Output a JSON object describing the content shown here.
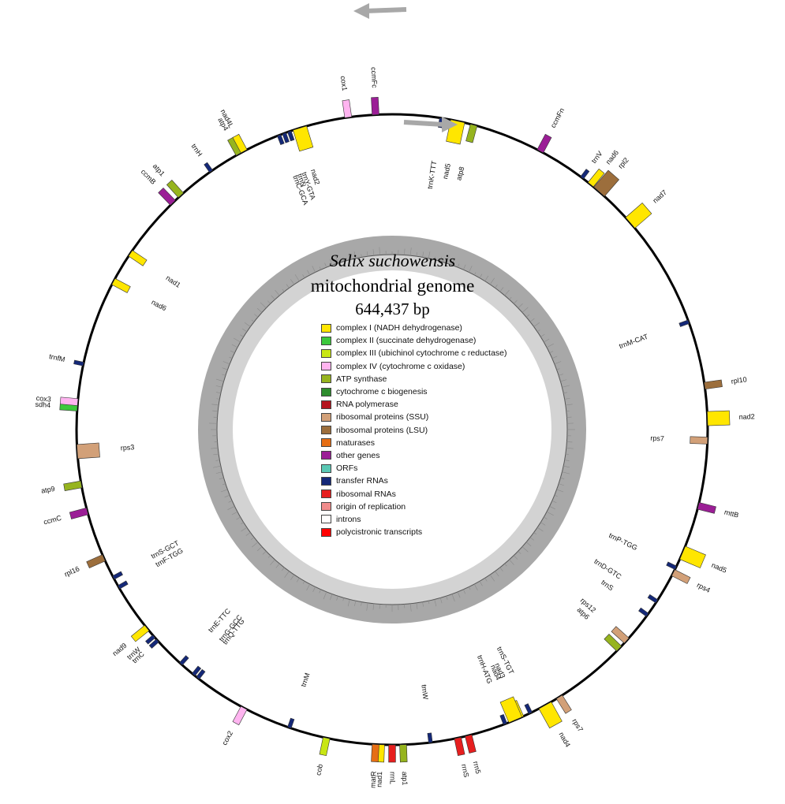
{
  "title": {
    "species": "Salix suchowensis",
    "subtitle": "mitochondrial genome",
    "size": "644,437 bp"
  },
  "legend": [
    {
      "label": "complex I (NADH dehydrogenase)",
      "color": "#ffe600"
    },
    {
      "label": "complex II (succinate dehydrogenase)",
      "color": "#3cc83c"
    },
    {
      "label": "complex III (ubichinol cytochrome c reductase)",
      "color": "#c8e614"
    },
    {
      "label": "complex IV (cytochrome c oxidase)",
      "color": "#ffb4f0"
    },
    {
      "label": "ATP synthase",
      "color": "#96b41e"
    },
    {
      "label": "cytochrome c biogenesis",
      "color": "#2d8c2d"
    },
    {
      "label": "RNA polymerase",
      "color": "#b4141e"
    },
    {
      "label": "ribosomal proteins (SSU)",
      "color": "#d2a078"
    },
    {
      "label": "ribosomal proteins (LSU)",
      "color": "#9c6e3c"
    },
    {
      "label": "maturases",
      "color": "#e66e14"
    },
    {
      "label": "other genes",
      "color": "#9b1e96"
    },
    {
      "label": "ORFs",
      "color": "#5ac8b4"
    },
    {
      "label": "transfer RNAs",
      "color": "#142878"
    },
    {
      "label": "ribosomal RNAs",
      "color": "#e61e1e"
    },
    {
      "label": "origin of replication",
      "color": "#f08c8c"
    },
    {
      "label": "introns",
      "color": "#ffffff"
    },
    {
      "label": "polycistronic transcripts",
      "color": "#ff0000"
    }
  ],
  "genes": [
    {
      "name": "trnK-TTT",
      "angle": 9,
      "side": "in",
      "cat": 12
    },
    {
      "name": "nad5",
      "angle": 12,
      "side": "in",
      "cat": 0
    },
    {
      "name": "atp8",
      "angle": 15,
      "side": "in",
      "cat": 4
    },
    {
      "name": "ccmFn",
      "angle": 28,
      "side": "out",
      "cat": 10
    },
    {
      "name": "trnV",
      "angle": 37,
      "side": "out",
      "cat": 12
    },
    {
      "name": "nad6",
      "angle": 39,
      "side": "out",
      "cat": 0
    },
    {
      "name": "rpl2",
      "angle": 41,
      "side": "out",
      "cat": 8
    },
    {
      "name": "nad7",
      "angle": 49,
      "side": "out",
      "cat": 0
    },
    {
      "name": "trnM-CAT",
      "angle": 70,
      "side": "in",
      "cat": 12
    },
    {
      "name": "rpl10",
      "angle": 82,
      "side": "out",
      "cat": 8
    },
    {
      "name": "nad2",
      "angle": 88,
      "side": "out",
      "cat": 0
    },
    {
      "name": "rps7",
      "angle": 92,
      "side": "in",
      "cat": 7
    },
    {
      "name": "mttB",
      "angle": 104,
      "side": "out",
      "cat": 10
    },
    {
      "name": "nad5",
      "angle": 113,
      "side": "out",
      "cat": 0
    },
    {
      "name": "trnP-TGG",
      "angle": 116,
      "side": "in",
      "cat": 12
    },
    {
      "name": "rps4",
      "angle": 117,
      "side": "out",
      "cat": 7
    },
    {
      "name": "trnD-GTC",
      "angle": 123,
      "side": "in",
      "cat": 12
    },
    {
      "name": "trnS",
      "angle": 126,
      "side": "in",
      "cat": 12
    },
    {
      "name": "rps12",
      "angle": 132,
      "side": "in",
      "cat": 7
    },
    {
      "name": "atp6",
      "angle": 134,
      "side": "in",
      "cat": 4
    },
    {
      "name": "rps7",
      "angle": 148,
      "side": "out",
      "cat": 7
    },
    {
      "name": "nad4",
      "angle": 151,
      "side": "out",
      "cat": 0
    },
    {
      "name": "trnS-TGT",
      "angle": 154,
      "side": "in",
      "cat": 12
    },
    {
      "name": "nad3",
      "angle": 156,
      "side": "in",
      "cat": 0
    },
    {
      "name": "nad4",
      "angle": 157,
      "side": "in",
      "cat": 0
    },
    {
      "name": "trnH-ATG",
      "angle": 159,
      "side": "in",
      "cat": 12
    },
    {
      "name": "rrn5",
      "angle": 166,
      "side": "out",
      "cat": 13
    },
    {
      "name": "rrnS",
      "angle": 168,
      "side": "out",
      "cat": 13
    },
    {
      "name": "trnW",
      "angle": 173,
      "side": "in",
      "cat": 12
    },
    {
      "name": "atp1",
      "angle": 178,
      "side": "out",
      "cat": 4
    },
    {
      "name": "rrnL",
      "angle": 180,
      "side": "out",
      "cat": 13
    },
    {
      "name": "nad1",
      "angle": 182,
      "side": "out",
      "cat": 0
    },
    {
      "name": "matR",
      "angle": 183,
      "side": "out",
      "cat": 9
    },
    {
      "name": "cob",
      "angle": 192,
      "side": "out",
      "cat": 2
    },
    {
      "name": "trnM",
      "angle": 199,
      "side": "in",
      "cat": 12
    },
    {
      "name": "cox2",
      "angle": 208,
      "side": "out",
      "cat": 3
    },
    {
      "name": "trnQ-TTG",
      "angle": 218,
      "side": "in",
      "cat": 12
    },
    {
      "name": "trnG-GCC",
      "angle": 219,
      "side": "in",
      "cat": 12
    },
    {
      "name": "trnE-TTC",
      "angle": 222,
      "side": "in",
      "cat": 12
    },
    {
      "name": "trnC",
      "angle": 228,
      "side": "out",
      "cat": 12
    },
    {
      "name": "trnW",
      "angle": 229,
      "side": "out",
      "cat": 12
    },
    {
      "name": "nad9",
      "angle": 231,
      "side": "out",
      "cat": 0
    },
    {
      "name": "trnF-TGG",
      "angle": 240,
      "side": "in",
      "cat": 12
    },
    {
      "name": "trnS-GCT",
      "angle": 242,
      "side": "in",
      "cat": 12
    },
    {
      "name": "rpl16",
      "angle": 246,
      "side": "out",
      "cat": 8
    },
    {
      "name": "ccmC",
      "angle": 255,
      "side": "out",
      "cat": 10
    },
    {
      "name": "atp9",
      "angle": 260,
      "side": "out",
      "cat": 4
    },
    {
      "name": "rps3",
      "angle": 266,
      "side": "in",
      "cat": 7
    },
    {
      "name": "sdh4",
      "angle": 274,
      "side": "out",
      "cat": 1
    },
    {
      "name": "cox3",
      "angle": 275,
      "side": "out",
      "cat": 3
    },
    {
      "name": "trnfM",
      "angle": 282,
      "side": "out",
      "cat": 12
    },
    {
      "name": "nad6",
      "angle": 298,
      "side": "in",
      "cat": 0
    },
    {
      "name": "nad1",
      "angle": 304,
      "side": "in",
      "cat": 0
    },
    {
      "name": "ccmB",
      "angle": 316,
      "side": "out",
      "cat": 10
    },
    {
      "name": "atp1",
      "angle": 318,
      "side": "out",
      "cat": 4
    },
    {
      "name": "trnH",
      "angle": 325,
      "side": "out",
      "cat": 12
    },
    {
      "name": "atp4",
      "angle": 331,
      "side": "out",
      "cat": 4
    },
    {
      "name": "nad4L",
      "angle": 332,
      "side": "out",
      "cat": 0
    },
    {
      "name": "trnC-GCA",
      "angle": 339,
      "side": "in",
      "cat": 12
    },
    {
      "name": "trnN",
      "angle": 340,
      "side": "in",
      "cat": 12
    },
    {
      "name": "trnY-GTA",
      "angle": 341,
      "side": "in",
      "cat": 12
    },
    {
      "name": "nad2",
      "angle": 343,
      "side": "in",
      "cat": 0
    },
    {
      "name": "cox1",
      "angle": 352,
      "side": "out",
      "cat": 3
    },
    {
      "name": "ccmFc",
      "angle": 357,
      "side": "out",
      "cat": 10
    }
  ]
}
